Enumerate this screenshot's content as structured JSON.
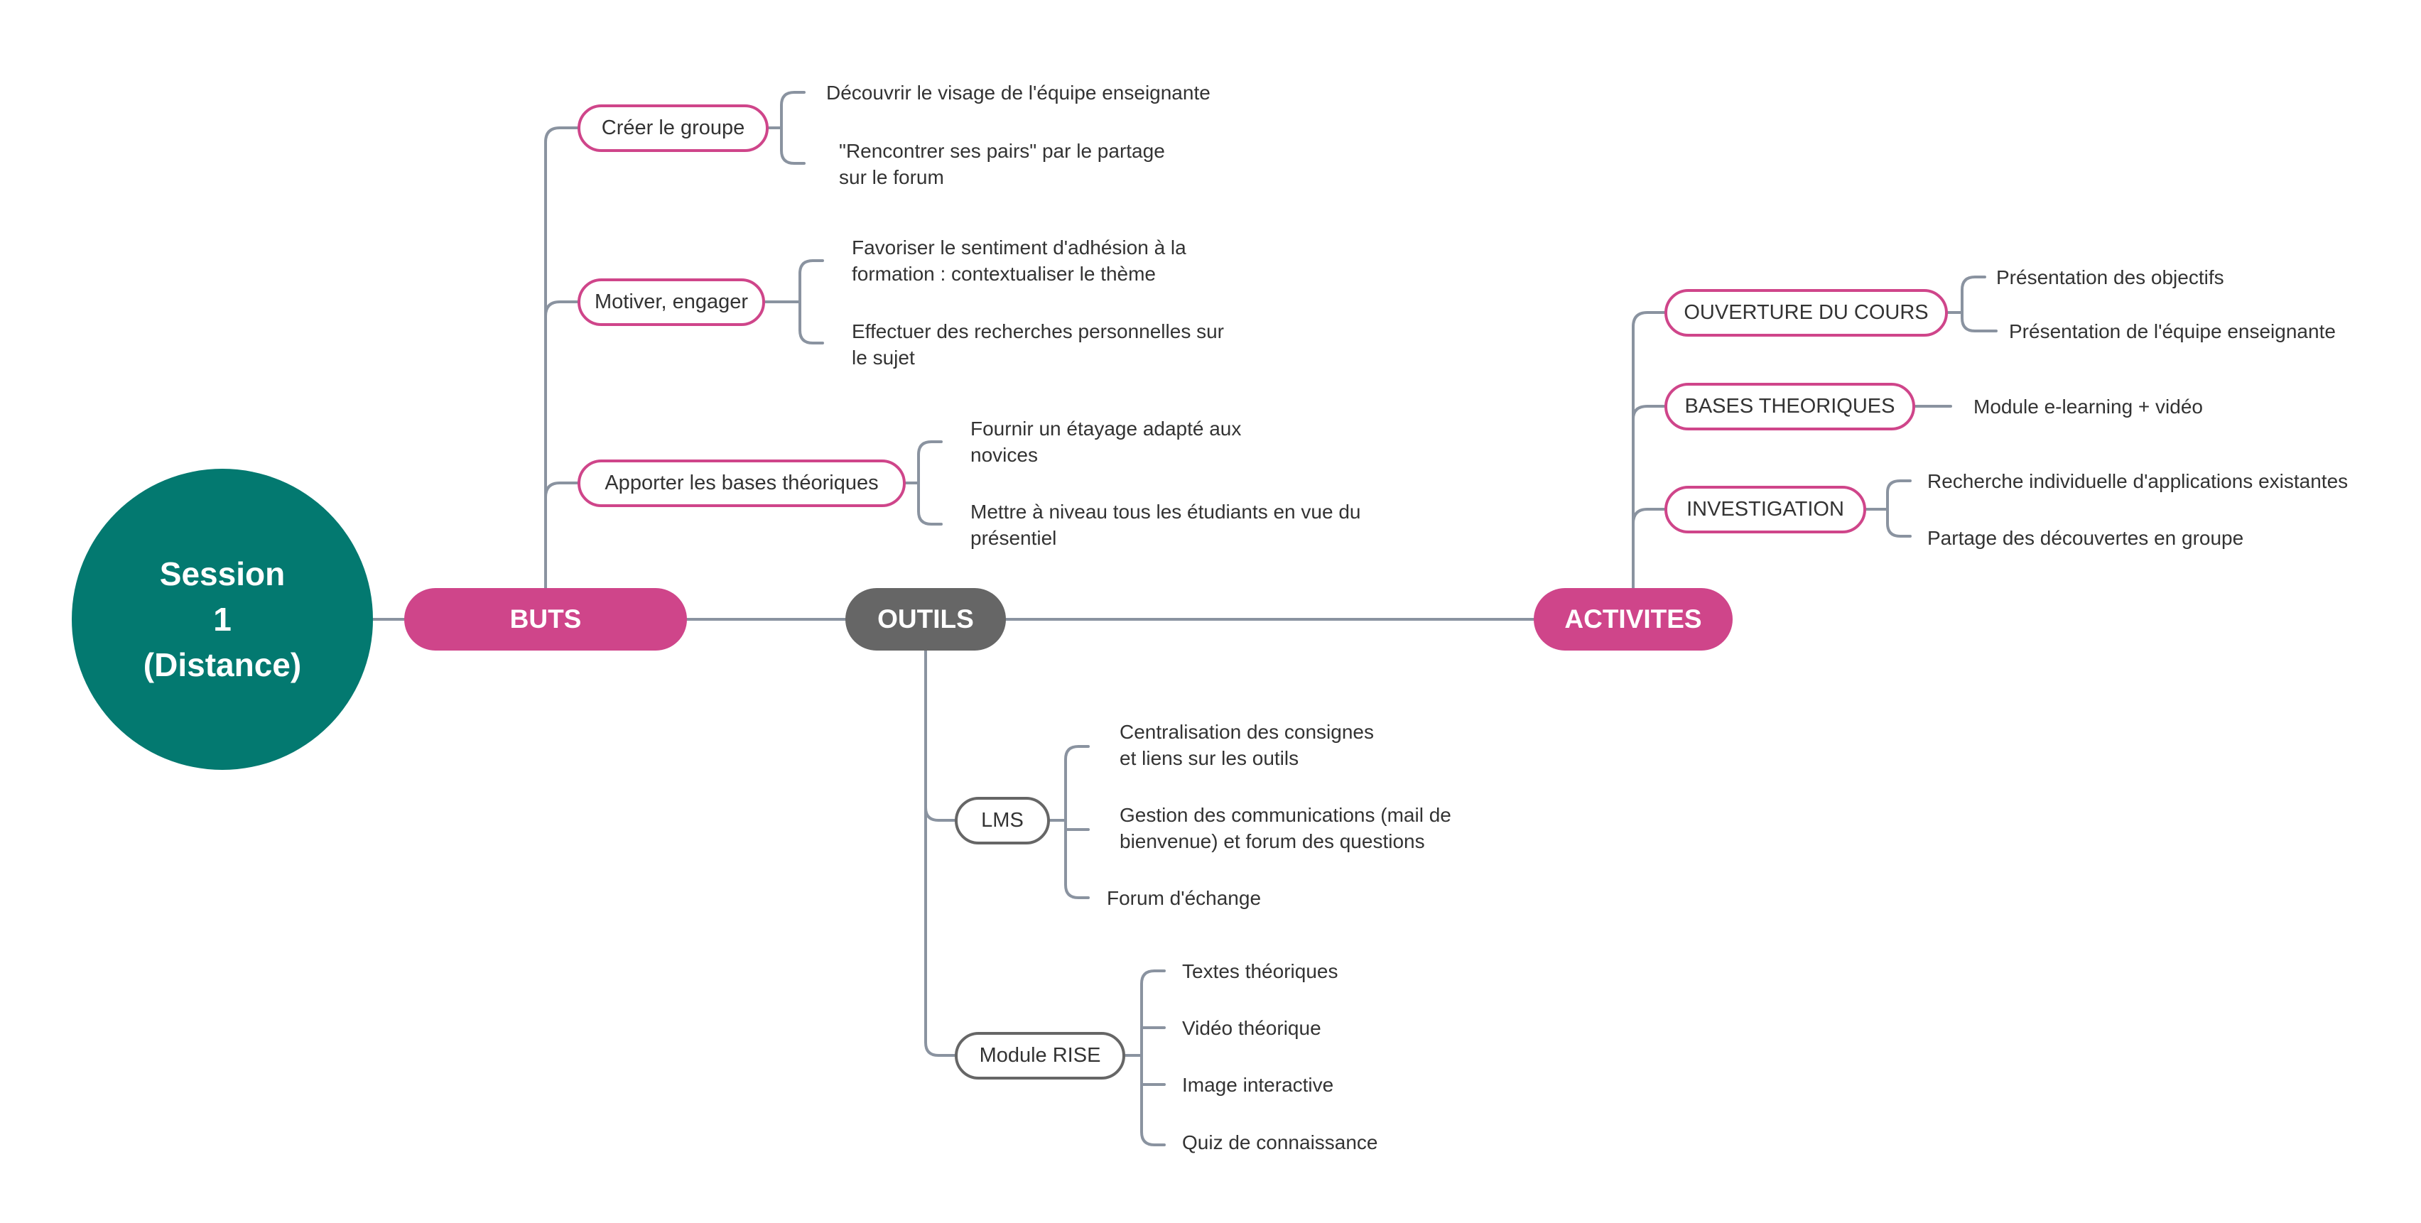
{
  "root": {
    "label": "Session\n1\n(Distance)",
    "color": "#037970"
  },
  "buts": {
    "label": "BUTS",
    "color": "#cf458a",
    "children": [
      {
        "label": "Créer le groupe",
        "leaves": [
          "Découvrir le visage de l'équipe enseignante",
          "\"Rencontrer ses pairs\" par le partage\nsur le forum"
        ]
      },
      {
        "label": "Motiver, engager",
        "leaves": [
          "Favoriser le sentiment d'adhésion à la\nformation : contextualiser le thème",
          "Effectuer des recherches personnelles sur\nle sujet"
        ]
      },
      {
        "label": "Apporter les bases théoriques",
        "leaves": [
          "Fournir un étayage adapté aux\nnovices",
          "Mettre à niveau tous les étudiants en vue du\nprésentiel"
        ]
      }
    ]
  },
  "outils": {
    "label": "OUTILS",
    "color": "#666666",
    "children": [
      {
        "label": "LMS",
        "leaves": [
          "Centralisation des consignes\net liens sur les outils",
          "Gestion des communications (mail de\nbienvenue) et forum des questions",
          "Forum d'échange"
        ]
      },
      {
        "label": "Module RISE",
        "leaves": [
          "Textes théoriques",
          "Vidéo théorique",
          "Image interactive",
          "Quiz de connaissance"
        ]
      }
    ]
  },
  "activites": {
    "label": "ACTIVITES",
    "color": "#cf458a",
    "children": [
      {
        "label": "OUVERTURE DU COURS",
        "leaves": [
          "Présentation des objectifs",
          "Présentation de l'équipe enseignante"
        ]
      },
      {
        "label": "BASES THEORIQUES",
        "leaves": [
          "Module e-learning + vidéo"
        ]
      },
      {
        "label": "INVESTIGATION",
        "leaves": [
          "Recherche individuelle d'applications existantes",
          "Partage des découvertes en groupe"
        ]
      }
    ]
  },
  "colors": {
    "edge": "#8a93a0",
    "text": "#333333"
  }
}
